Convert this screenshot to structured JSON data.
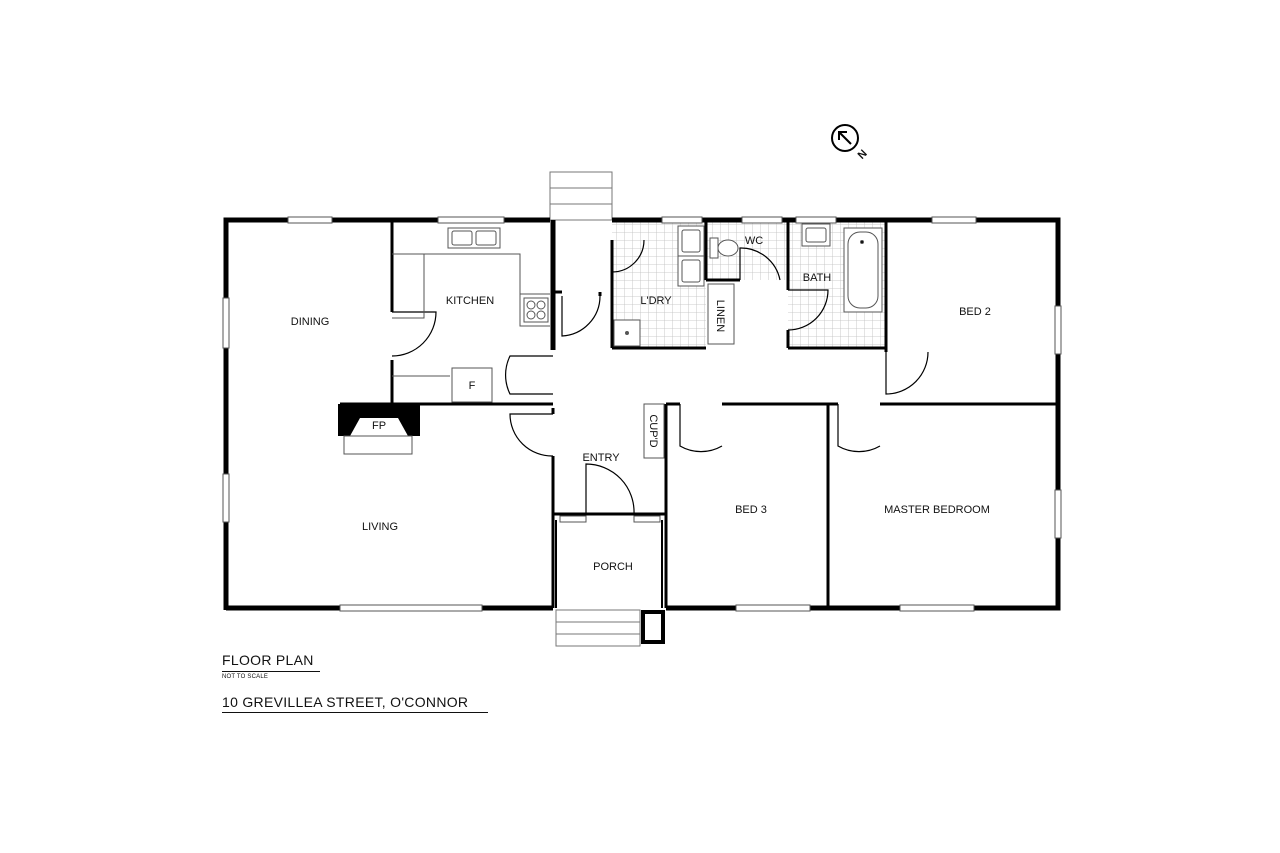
{
  "rooms": {
    "dining": "DINING",
    "kitchen": "KITCHEN",
    "laundry": "L'DRY",
    "wc": "WC",
    "bath": "BATH",
    "bed2": "BED 2",
    "linen": "LINEN",
    "fireplace": "FP",
    "fridge": "F",
    "cupboard": "CUP'D",
    "entry": "ENTRY",
    "living": "LIVING",
    "bed3": "BED 3",
    "master": "MASTER BEDROOM",
    "porch": "PORCH"
  },
  "compass": {
    "north": "N"
  },
  "caption": {
    "title": "FLOOR PLAN",
    "note": "NOT TO SCALE",
    "address": "10 GREVILLEA STREET, O'CONNOR"
  },
  "colors": {
    "wall": "#000000",
    "tile": "#bdbdbd",
    "fixture": "#555555"
  }
}
